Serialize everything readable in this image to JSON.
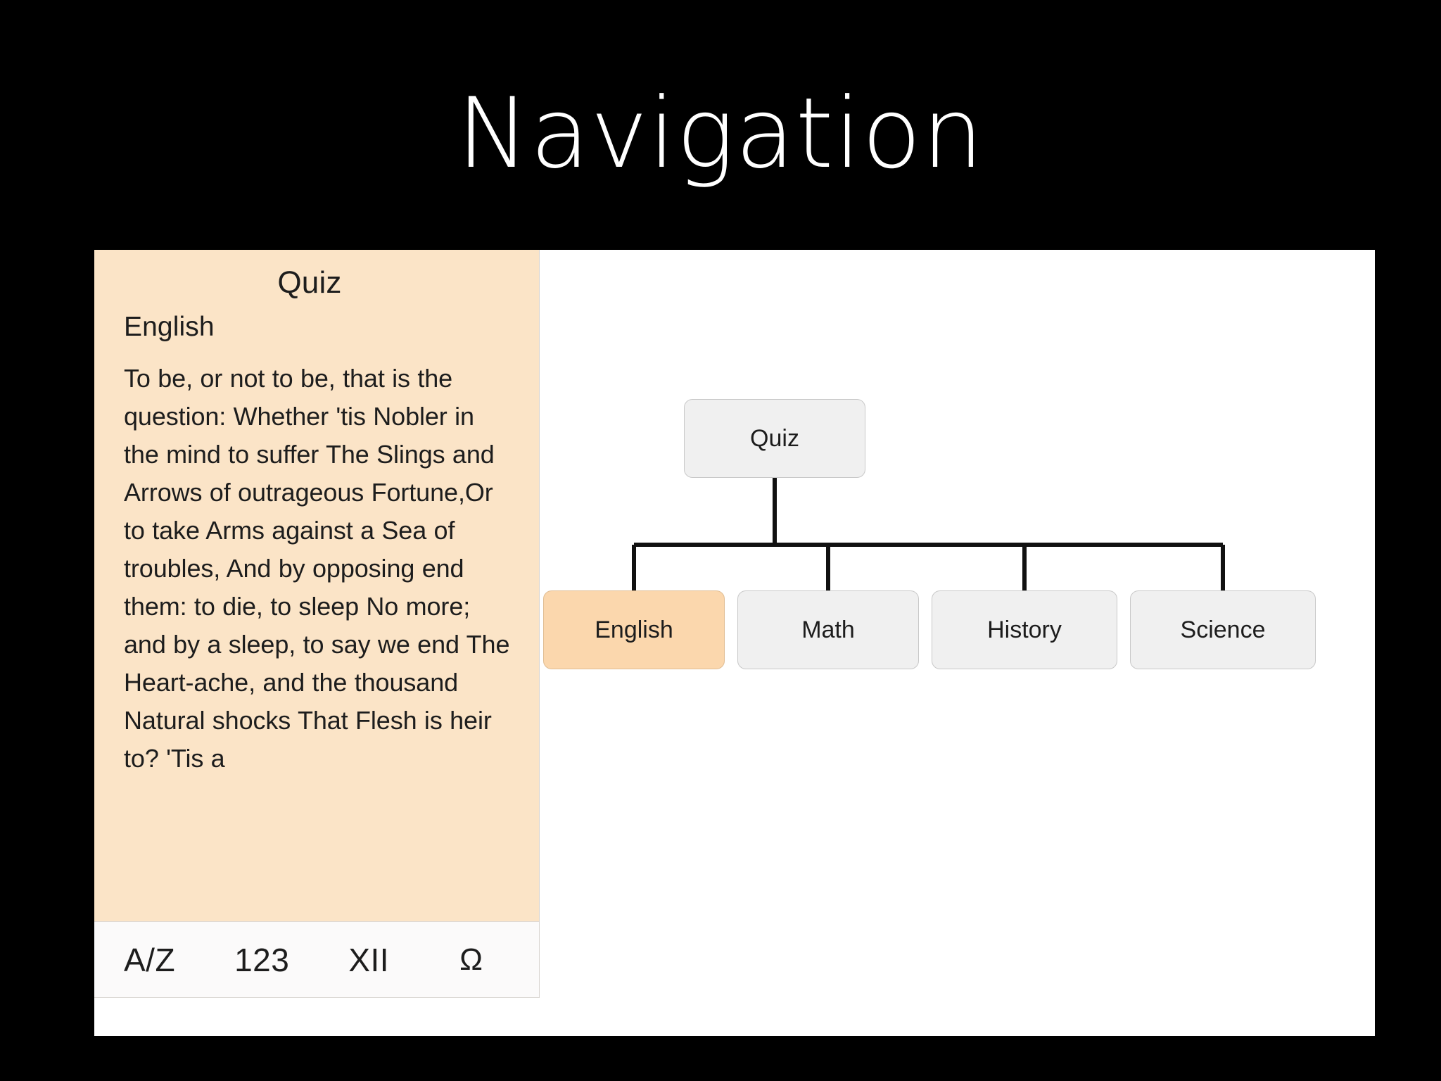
{
  "slide": {
    "title": "Navigation",
    "background_color": "#000000",
    "title_color": "#ffffff"
  },
  "quiz_panel": {
    "header": "Quiz",
    "subject": "English",
    "background_color": "#fbe4c7",
    "body_text": "To be, or not to be, that is the question: Whether 'tis Nobler in the mind to suffer The Slings and Arrows of outrageous Fortune,Or to take Arms against a Sea of troubles, And by opposing end them: to die, to sleep No more; and by a sleep, to say we end The Heart-ache, and the thousand Natural shocks That Flesh is heir to? 'Tis a",
    "toolbar": {
      "background_color": "#fbfafa",
      "buttons": [
        {
          "label": "A/Z",
          "name": "alphabet-mode"
        },
        {
          "label": "123",
          "name": "numbers-mode"
        },
        {
          "label": "XII",
          "name": "roman-numerals-mode"
        },
        {
          "label": "Ω",
          "name": "symbols-mode"
        }
      ]
    }
  },
  "tree": {
    "root": {
      "label": "Quiz",
      "selected": false
    },
    "children": [
      {
        "label": "English",
        "selected": true
      },
      {
        "label": "Math",
        "selected": false
      },
      {
        "label": "History",
        "selected": false
      },
      {
        "label": "Science",
        "selected": false
      }
    ],
    "node_fill": "#f0f0f0",
    "node_border": "#c8c8c8",
    "selected_fill": "#fbd7ad",
    "connector_color": "#111111"
  }
}
